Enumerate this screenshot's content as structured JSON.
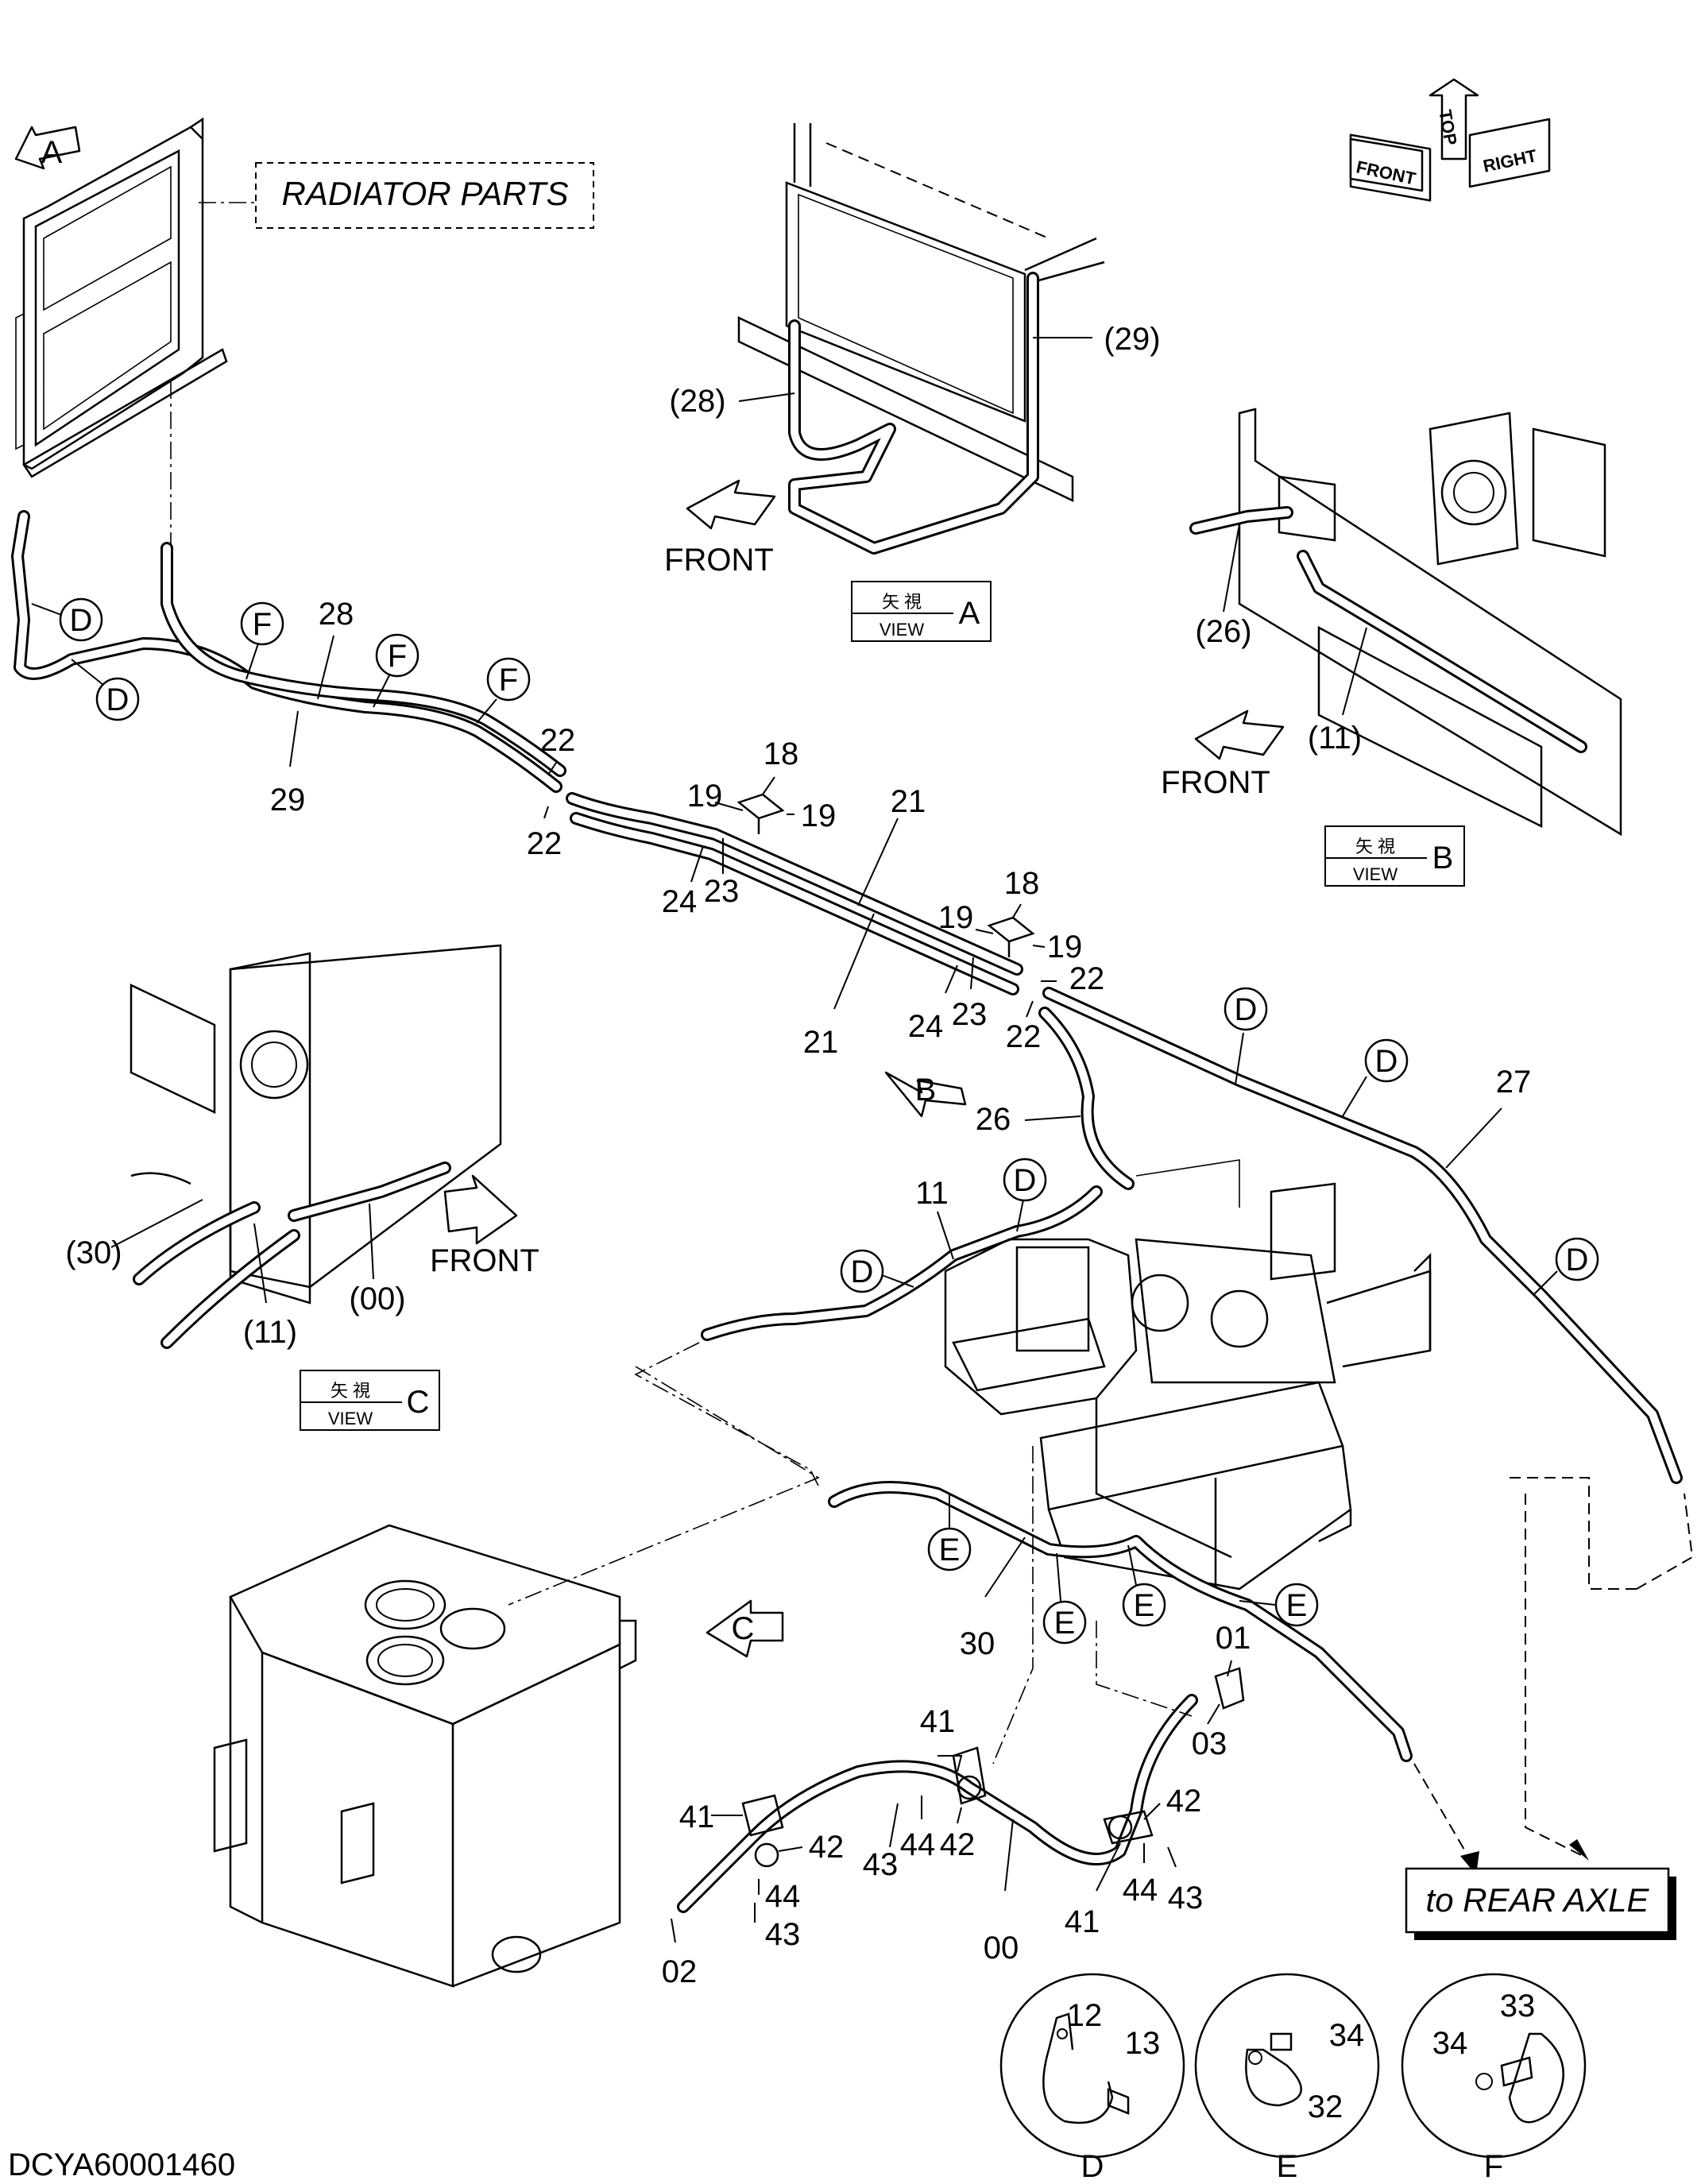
{
  "drawing_id": "DCYA60001460",
  "radiator_parts": "RADIATOR PARTS",
  "to_rear_axle": "to REAR AXLE",
  "front": "FRONT",
  "orientation": {
    "top": "TOP",
    "front": "FRONT",
    "right": "RIGHT"
  },
  "view_prefix": "矢 視",
  "view_word": "VIEW",
  "view_letters": {
    "a": "A",
    "b": "B",
    "c": "C"
  },
  "clamp_letters": {
    "d": "D",
    "e": "E",
    "f": "F"
  },
  "part_numbers": {
    "p00": "00",
    "p01": "01",
    "p02": "02",
    "p03": "03",
    "p11": "11",
    "p12": "12",
    "p13": "13",
    "p18": "18",
    "p19": "19",
    "p21": "21",
    "p22": "22",
    "p23": "23",
    "p24": "24",
    "p26": "26",
    "p27": "27",
    "p28": "28",
    "p29": "29",
    "p30": "30",
    "p32": "32",
    "p33": "33",
    "p34": "34",
    "p41": "41",
    "p42": "42",
    "p43": "43",
    "p44": "44"
  },
  "ref_numbers": {
    "r00": "(00)",
    "r11": "(11)",
    "r26": "(26)",
    "r28": "(28)",
    "r29": "(29)",
    "r30": "(30)"
  }
}
